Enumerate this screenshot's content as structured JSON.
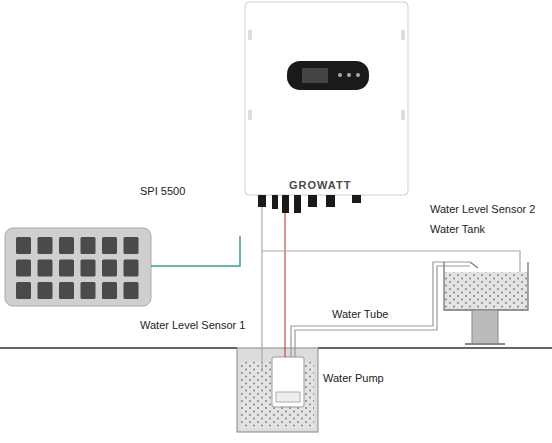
{
  "diagram": {
    "nodes": [
      {
        "text": [
          "GROWATT"
        ]
      }
    ],
    "labels": [
      "SPI 5500",
      "Water Level Sensor 2",
      "Water Tank",
      "Water Level Sensor 1",
      "Water Tube",
      "Water Pump"
    ]
  }
}
